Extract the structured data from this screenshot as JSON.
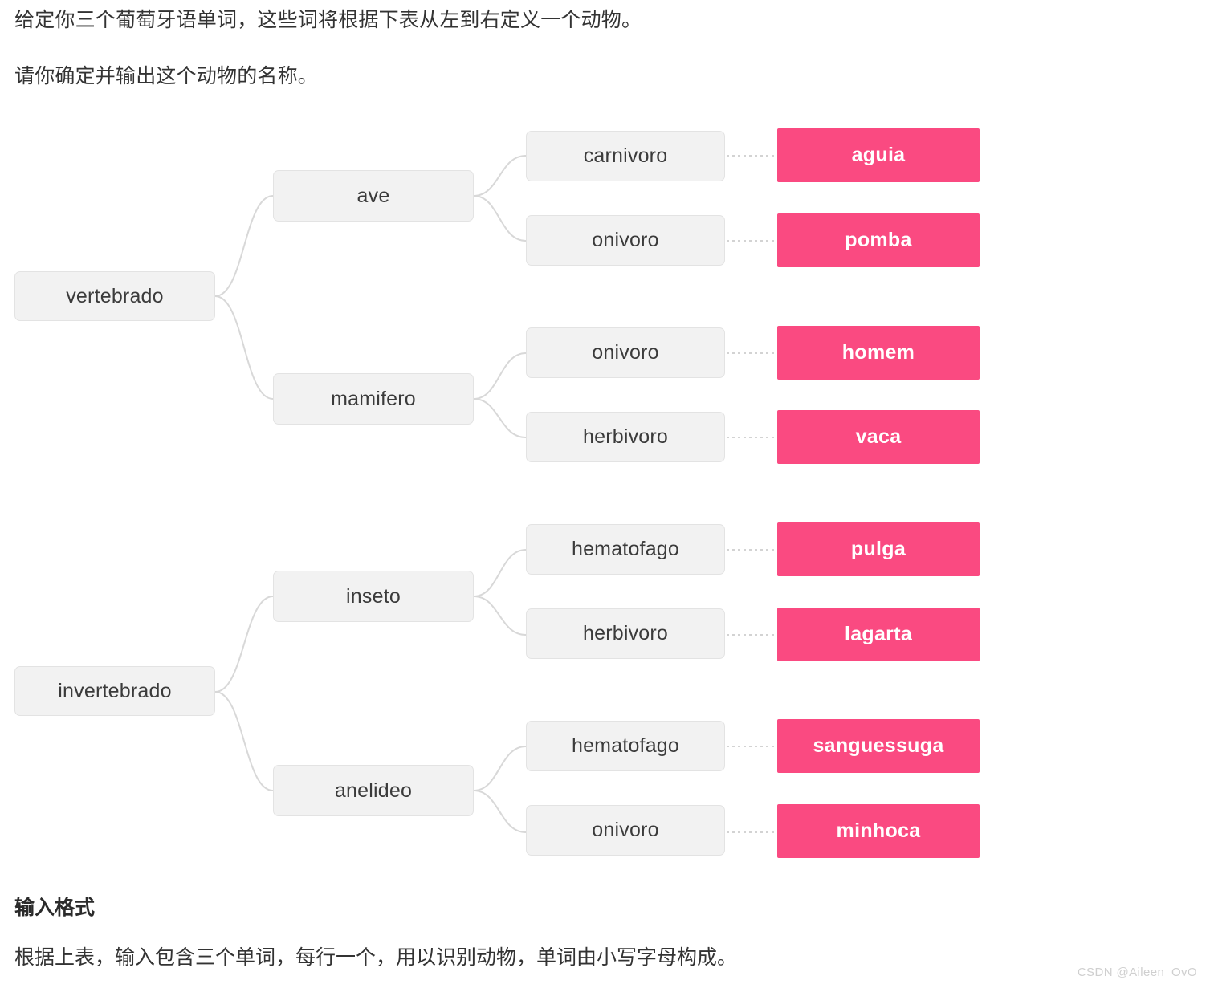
{
  "intro": {
    "line1": "给定你三个葡萄牙语单词，这些词将根据下表从左到右定义一个动物。",
    "line2": "请你确定并输出这个动物的名称。"
  },
  "input_section": {
    "heading": "输入格式",
    "body": "根据上表，输入包含三个单词，每行一个，用以识别动物，单词由小写字母构成。"
  },
  "watermark": "CSDN @Aileen_OvO",
  "colors": {
    "leaf_background": "#fa4a81",
    "leaf_text": "#ffffff",
    "node_background": "#f2f2f2",
    "node_border": "#e3e3e3",
    "node_text": "#3b3b3b",
    "connector": "#d8d8d8",
    "dotted_connector": "#d3d3d3"
  },
  "diagram": {
    "type": "decision-tree",
    "roots": [
      {
        "label": "vertebrado",
        "children": [
          {
            "label": "ave",
            "children": [
              {
                "label": "carnivoro",
                "leaf": "aguia"
              },
              {
                "label": "onivoro",
                "leaf": "pomba"
              }
            ]
          },
          {
            "label": "mamifero",
            "children": [
              {
                "label": "onivoro",
                "leaf": "homem"
              },
              {
                "label": "herbivoro",
                "leaf": "vaca"
              }
            ]
          }
        ]
      },
      {
        "label": "invertebrado",
        "children": [
          {
            "label": "inseto",
            "children": [
              {
                "label": "hematofago",
                "leaf": "pulga"
              },
              {
                "label": "herbivoro",
                "leaf": "lagarta"
              }
            ]
          },
          {
            "label": "anelideo",
            "children": [
              {
                "label": "hematofago",
                "leaf": "sanguessuga"
              },
              {
                "label": "onivoro",
                "leaf": "minhoca"
              }
            ]
          }
        ]
      }
    ]
  }
}
